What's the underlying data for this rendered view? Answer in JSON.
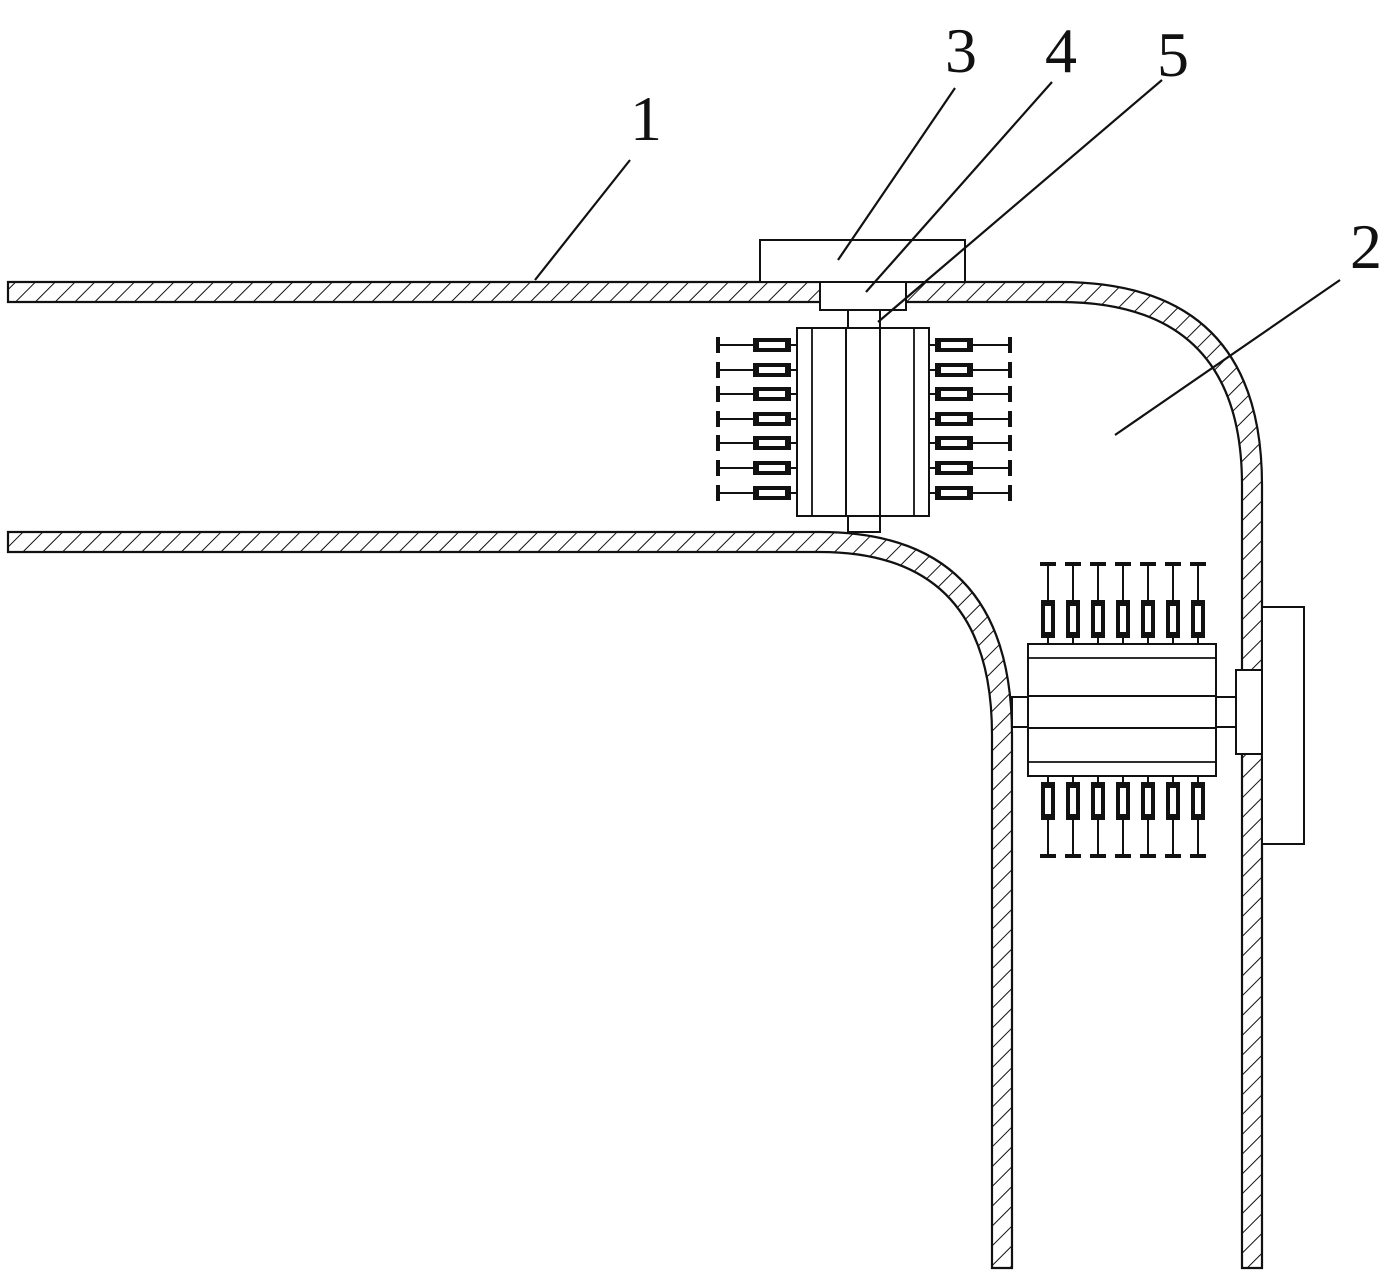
{
  "diagram": {
    "labels": [
      {
        "id": "1",
        "text": "1"
      },
      {
        "id": "2",
        "text": "2"
      },
      {
        "id": "3",
        "text": "3"
      },
      {
        "id": "4",
        "text": "4"
      },
      {
        "id": "5",
        "text": "5"
      }
    ],
    "colors": {
      "line": "#111111",
      "background": "#ffffff"
    }
  }
}
